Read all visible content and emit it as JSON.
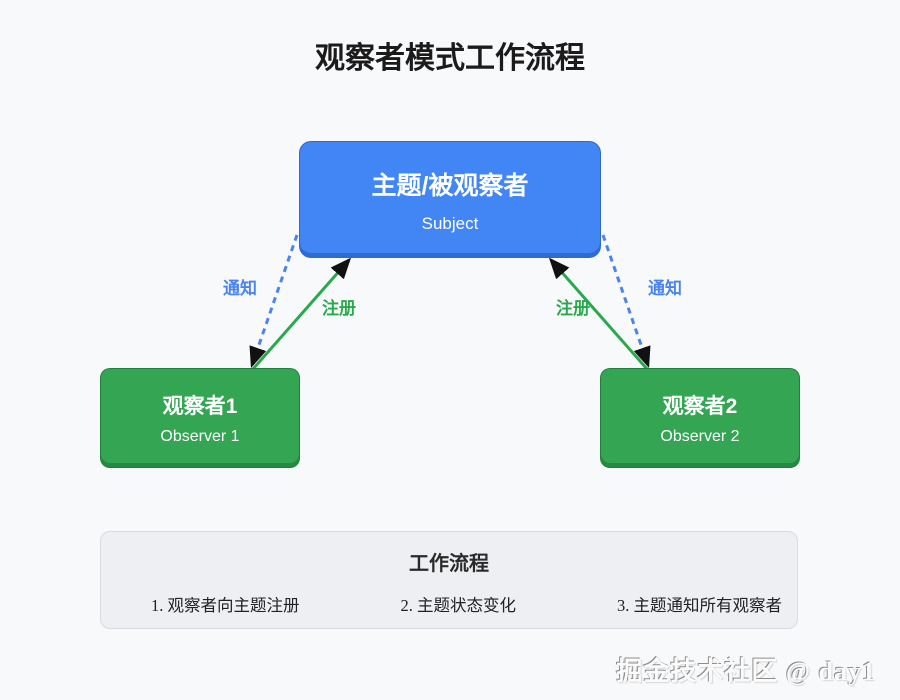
{
  "title": "观察者模式工作流程",
  "subject": {
    "name": "主题/被观察者",
    "subtitle": "Subject"
  },
  "observers": [
    {
      "name": "观察者1",
      "subtitle": "Observer 1"
    },
    {
      "name": "观察者2",
      "subtitle": "Observer 2"
    }
  ],
  "edges": {
    "notify_label": "通知",
    "register_label": "注册"
  },
  "workflow": {
    "title": "工作流程",
    "steps": [
      "1. 观察者向主题注册",
      "2. 主题状态变化",
      "3. 主题通知所有观察者"
    ]
  },
  "watermark": "掘金技术社区 @ day1",
  "colors": {
    "background": "#f8f9fb",
    "subject_fill": "#4285f4",
    "observer_fill": "#33a553",
    "notify_line": "#4a84ec",
    "register_line": "#2aa84e",
    "arrowhead": "#111111",
    "panel_fill": "#edeff2",
    "panel_border": "#d7dade",
    "title_text": "#1b1b1b",
    "node_text": "#ffffff"
  }
}
